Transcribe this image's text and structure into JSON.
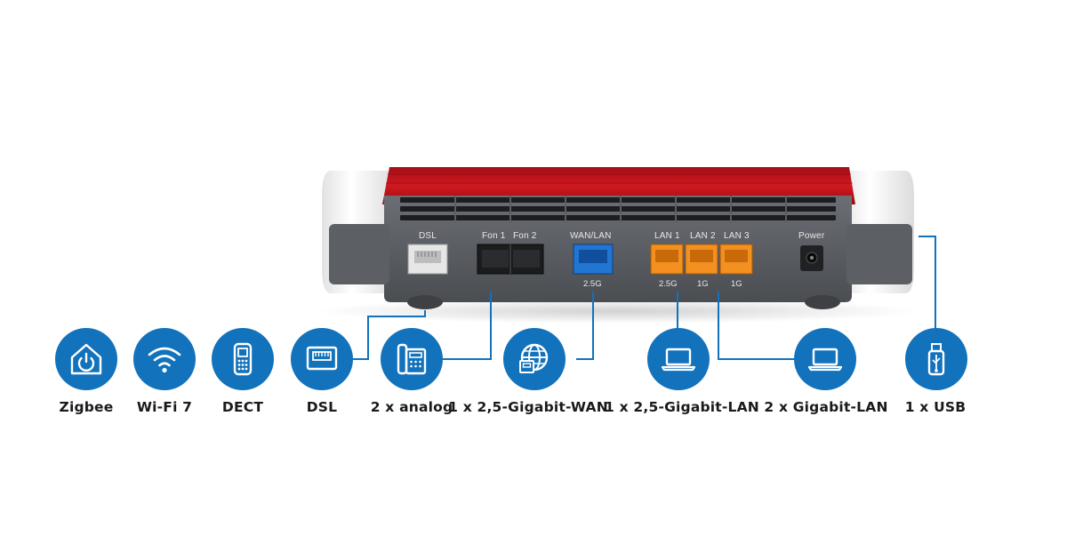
{
  "router": {
    "port_labels": {
      "dsl": "DSL",
      "fon1": "Fon 1",
      "fon2": "Fon 2",
      "wan_lan": "WAN/LAN",
      "lan1": "LAN 1",
      "lan2": "LAN 2",
      "lan3": "LAN 3",
      "power": "Power"
    },
    "speed_labels": {
      "wan": "2.5G",
      "lan1": "2.5G",
      "lan2": "1G",
      "lan3": "1G"
    },
    "colors": {
      "top_red": "#c8121c",
      "body_grey": "#5a5d63",
      "white_shell": "#f4f4f4",
      "wan_port": "#1e6fc8",
      "lan_port": "#f28a1c",
      "connector_line": "#1272bb"
    }
  },
  "features": [
    {
      "icon": "home-power-icon",
      "label": "Zigbee"
    },
    {
      "icon": "wifi-icon",
      "label": "Wi-Fi 7"
    },
    {
      "icon": "dect-phone-icon",
      "label": "DECT"
    },
    {
      "icon": "dsl-port-icon",
      "label": "DSL"
    },
    {
      "icon": "analog-phone-icon",
      "label": "2 x analog"
    },
    {
      "icon": "globe-wan-icon",
      "label": "1 x 2,5-Gigabit-WAN"
    },
    {
      "icon": "laptop-icon",
      "label": "1 x 2,5-Gigabit-LAN"
    },
    {
      "icon": "laptop-icon",
      "label": "2 x Gigabit-LAN"
    },
    {
      "icon": "usb-icon",
      "label": "1 x USB"
    }
  ]
}
